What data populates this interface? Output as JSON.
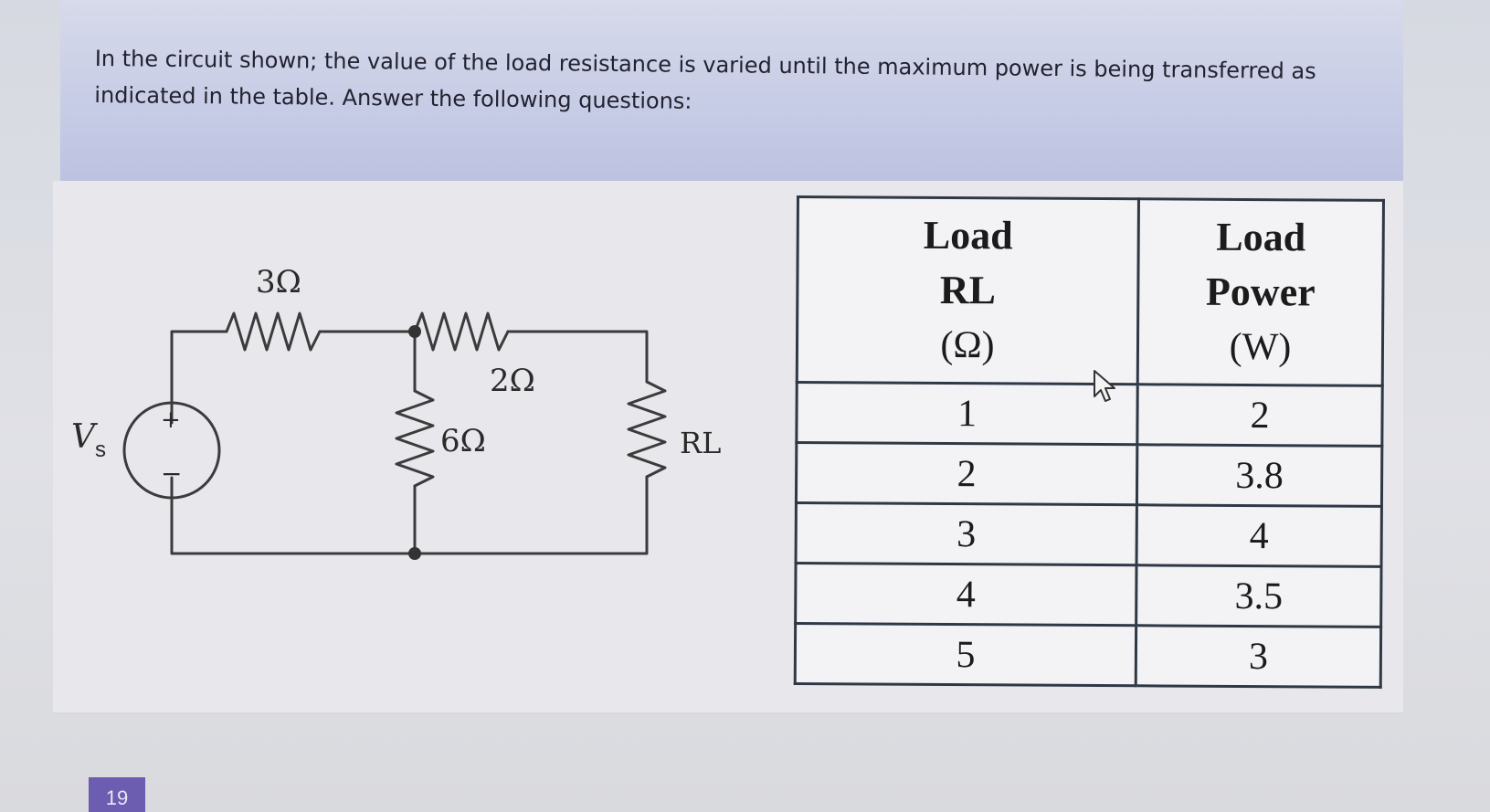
{
  "question": {
    "line1": "In the circuit shown; the value of the load resistance is varied until the maximum power is being transferred as",
    "line2": "indicated in the table. Answer the following questions:"
  },
  "circuit": {
    "source_label": "V",
    "source_subscript": "s",
    "source_plus": "+",
    "source_minus": "−",
    "r_series_top": "3Ω",
    "r_series_mid": "2Ω",
    "r_shunt": "6Ω",
    "r_load": "RL"
  },
  "table": {
    "headers": {
      "rl": [
        "Load",
        "RL",
        "(Ω)"
      ],
      "power": [
        "Load",
        "Power",
        "(W)"
      ]
    },
    "rows": [
      {
        "rl": "1",
        "power": "2"
      },
      {
        "rl": "2",
        "power": "3.8"
      },
      {
        "rl": "3",
        "power": "4"
      },
      {
        "rl": "4",
        "power": "3.5"
      },
      {
        "rl": "5",
        "power": "3"
      }
    ]
  },
  "page_number": "19",
  "icons": [
    "mouse-pointer-icon"
  ]
}
